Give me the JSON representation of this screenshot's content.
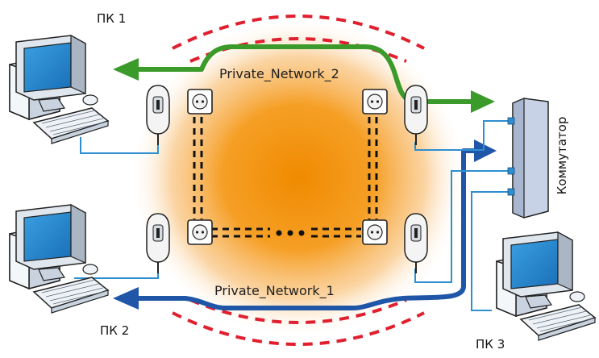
{
  "labels": {
    "pc1": "ПК 1",
    "pc2": "ПК 2",
    "pc3": "ПК 3",
    "network_2": "Private_Network_2",
    "network_1": "Private_Network_1",
    "switch": "Коммутатор"
  },
  "colors": {
    "glow": "#f59a1a",
    "ring_dashed": "#e0202e",
    "network_2_arrow": "#3a9a2a",
    "network_1_arrow": "#1f56a8",
    "cable": "#2d8fd0",
    "switch_body": "#c8d2e6"
  },
  "icons": [
    "desktop-computer-icon",
    "powerline-adapter-icon",
    "wall-socket-icon",
    "network-switch-icon",
    "ellipsis-icon"
  ]
}
